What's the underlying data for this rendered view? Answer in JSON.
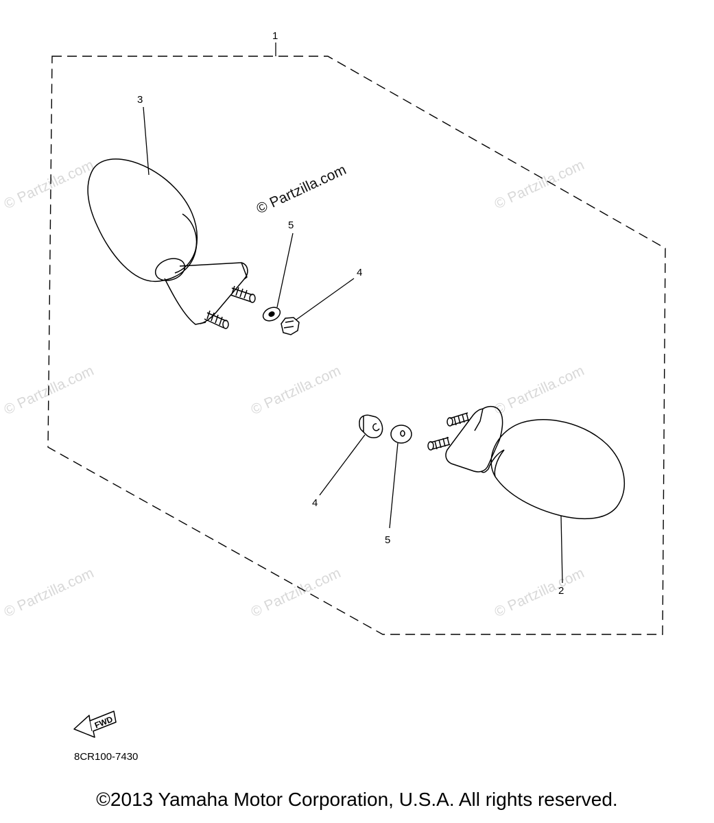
{
  "watermark": "© Partzilla.com",
  "callouts": {
    "assembly": "1",
    "mirror_right": "2",
    "mirror_left": "3",
    "nut_left": "4",
    "washer_left": "5",
    "nut_right": "4",
    "washer_right": "5"
  },
  "fwd_label": "FWD",
  "diagram_code": "8CR100-7430",
  "copyright": "©2013  Yamaha Motor Corporation, U.S.A. All rights reserved."
}
